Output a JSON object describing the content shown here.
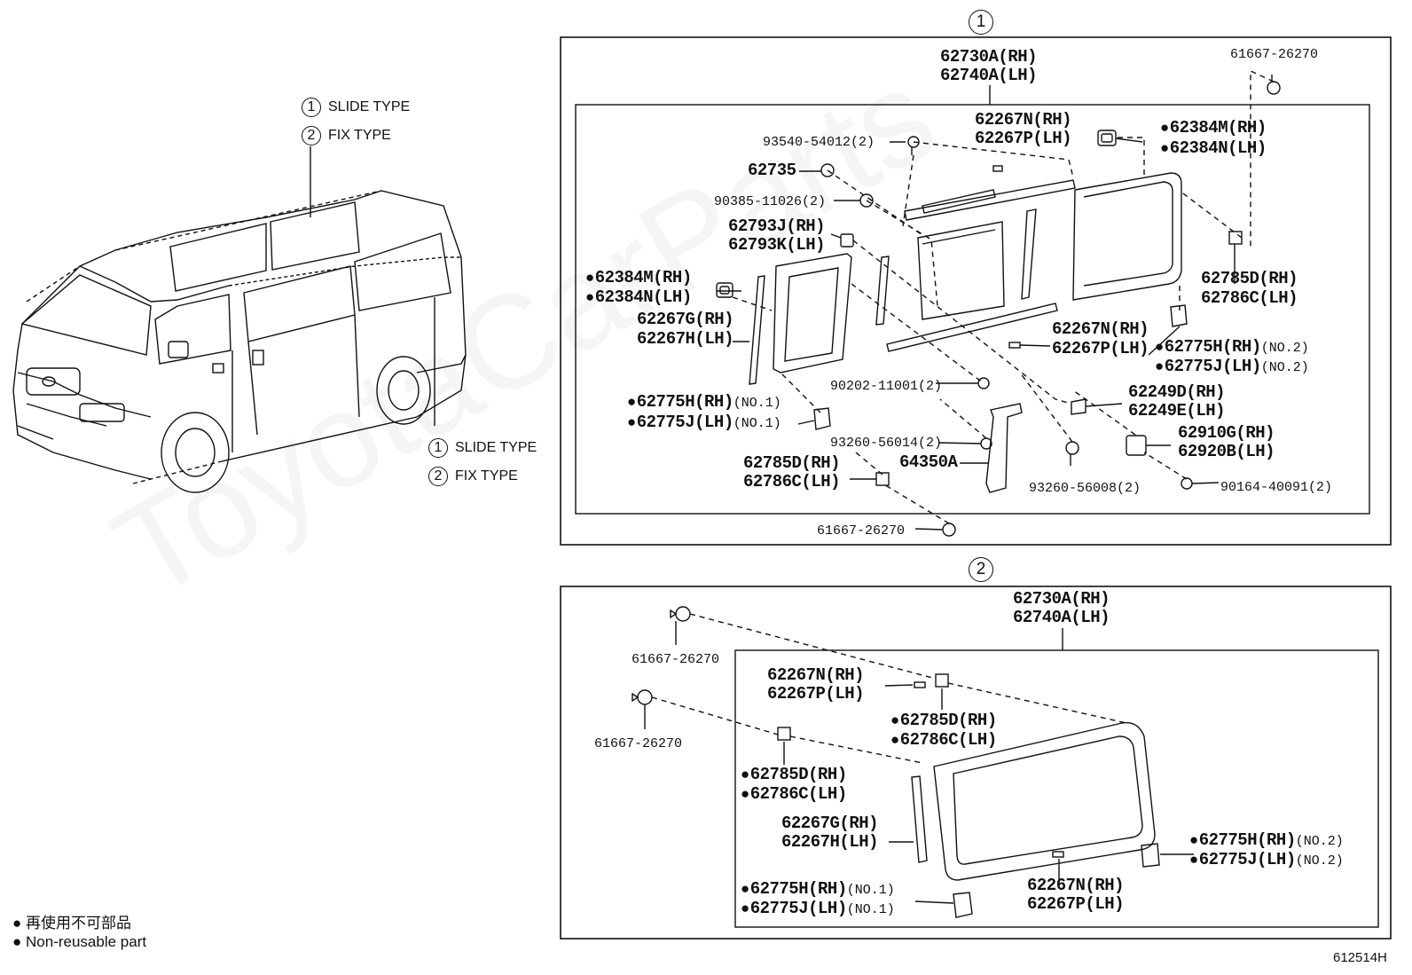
{
  "vehicle": {
    "callout_top": [
      {
        "num": "1",
        "text": "SLIDE TYPE"
      },
      {
        "num": "2",
        "text": "FIX TYPE"
      }
    ],
    "callout_side": [
      {
        "num": "1",
        "text": "SLIDE TYPE"
      },
      {
        "num": "2",
        "text": "FIX TYPE"
      }
    ]
  },
  "legend": {
    "jp": "再使用不可部品",
    "en": "Non-reusable part"
  },
  "panel1": {
    "marker": "1",
    "labels": {
      "p62730a": "62730A(RH)",
      "p62740a": "62740A(LH)",
      "p61667_top": "61667-26270",
      "p93540": "93540-54012(2)",
      "p62267n_top": "62267N(RH)",
      "p62267p_top": "62267P(LH)",
      "p62384m_r": "62384M(RH)",
      "p62384n_r": "62384N(LH)",
      "p62735": "62735",
      "p90385": "90385-11026(2)",
      "p62793j": "62793J(RH)",
      "p62793k": "62793K(LH)",
      "p62384m_l": "62384M(RH)",
      "p62384n_l": "62384N(LH)",
      "p62267g": "62267G(RH)",
      "p62267h": "62267H(LH)",
      "p62785d_r": "62785D(RH)",
      "p62786c_r": "62786C(LH)",
      "p62267n_mid": "62267N(RH)",
      "p62267p_mid": "62267P(LH)",
      "p62775h_no2": "62775H(RH)",
      "p62775j_no2": "62775J(LH)",
      "no2": "(NO.2)",
      "p90202": "90202-11001(2)",
      "p62249d": "62249D(RH)",
      "p62249e": "62249E(LH)",
      "p62775h_no1": "62775H(RH)",
      "p62775j_no1": "62775J(LH)",
      "no1": "(NO.1)",
      "p93260_14": "93260-56014(2)",
      "p62910g": "62910G(RH)",
      "p62920b": "62920B(LH)",
      "p62785d_l": "62785D(RH)",
      "p62786c_l": "62786C(LH)",
      "p64350a": "64350A",
      "p93260_08": "93260-56008(2)",
      "p90164": "90164-40091(2)",
      "p61667_bot": "61667-26270"
    }
  },
  "panel2": {
    "marker": "2",
    "labels": {
      "p62730a": "62730A(RH)",
      "p62740a": "62740A(LH)",
      "p61667_a": "61667-26270",
      "p61667_b": "61667-26270",
      "p62267n_top": "62267N(RH)",
      "p62267p_top": "62267P(LH)",
      "p62785d_a": "62785D(RH)",
      "p62786c_a": "62786C(LH)",
      "p62785d_b": "62785D(RH)",
      "p62786c_b": "62786C(LH)",
      "p62267g": "62267G(RH)",
      "p62267h": "62267H(LH)",
      "p62775h_no2": "62775H(RH)",
      "p62775j_no2": "62775J(LH)",
      "no2": "(NO.2)",
      "p62775h_no1": "62775H(RH)",
      "p62775j_no1": "62775J(LH)",
      "no1": "(NO.1)",
      "p62267n_bot": "62267N(RH)",
      "p62267p_bot": "62267P(LH)"
    }
  },
  "figure_code": "612514H",
  "watermark": "ToyotaCarParts"
}
